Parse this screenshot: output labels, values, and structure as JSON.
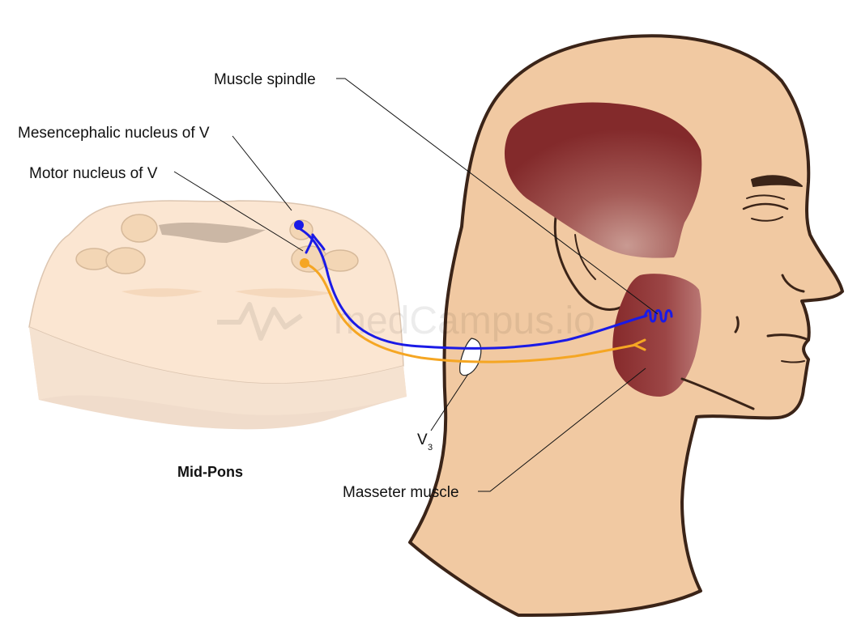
{
  "labels": {
    "muscle_spindle": "Muscle spindle",
    "mesencephalic_nucleus": "Mesencephalic nucleus of V",
    "motor_nucleus": "Motor nucleus of V",
    "v3_main": "V",
    "v3_sub": "3",
    "mid_pons": "Mid-Pons",
    "masseter_muscle": "Masseter muscle"
  },
  "watermark": "medCampus.io",
  "colors": {
    "skin": "#f1c9a2",
    "outline": "#3b2418",
    "muscle": "#8a2b2c",
    "sensory_fiber": "#1a1ae6",
    "motor_fiber": "#f5a623",
    "pons_fill": "#fbe6d2",
    "pons_edge": "#f0dccb"
  }
}
